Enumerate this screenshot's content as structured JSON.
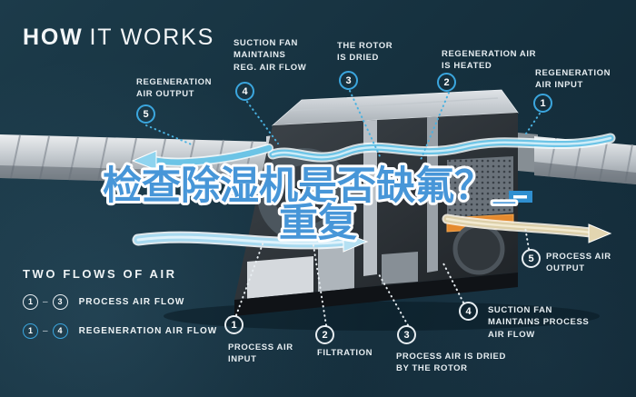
{
  "title": {
    "word1": "HOW",
    "word2": "IT WORKS"
  },
  "overlay": {
    "line1": "检查除湿机是否缺氟？_",
    "line2": "重复"
  },
  "callouts": {
    "regen": [
      {
        "num": "5",
        "l1": "REGENERATION",
        "l2": "AIR OUTPUT"
      },
      {
        "num": "4",
        "l1": "SUCTION FAN",
        "l2": "MAINTAINS",
        "l3": "REG. AIR FLOW"
      },
      {
        "num": "3",
        "l1": "THE ROTOR",
        "l2": "IS DRIED"
      },
      {
        "num": "2",
        "l1": "REGENERATION AIR",
        "l2": "IS HEATED"
      },
      {
        "num": "1",
        "l1": "REGENERATION",
        "l2": "AIR INPUT"
      }
    ],
    "process": [
      {
        "num": "1",
        "l1": "PROCESS AIR",
        "l2": "INPUT"
      },
      {
        "num": "2",
        "l1": "FILTRATION"
      },
      {
        "num": "3",
        "l1": "PROCESS AIR IS DRIED",
        "l2": "BY THE ROTOR"
      },
      {
        "num": "4",
        "l1": "SUCTION FAN",
        "l2": "MAINTAINS PROCESS",
        "l3": "AIR FLOW"
      },
      {
        "num": "5",
        "l1": "PROCESS AIR",
        "l2": "OUTPUT"
      }
    ]
  },
  "legend": {
    "heading": "TWO FLOWS OF AIR",
    "separator": "–",
    "rows": [
      {
        "start": "1",
        "end": "3",
        "label": "PROCESS AIR FLOW",
        "style": "process"
      },
      {
        "start": "1",
        "end": "4",
        "label": "REGENERATION AIR FLOW",
        "style": "regen"
      }
    ]
  },
  "colors": {
    "background": "#16313f",
    "accent_cyan": "#3ba6de",
    "overlay_text_blue": "#4796d8",
    "process_white": "#e8eef2",
    "heater_orange": "#e58a2f",
    "process_output_beige": "#dccfa9"
  }
}
